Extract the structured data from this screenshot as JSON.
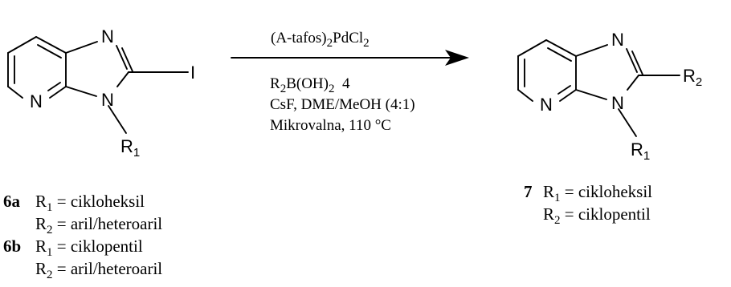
{
  "reactant": {
    "atoms": {
      "n_top": "N",
      "n_pyridine": "N",
      "n_ring": "N",
      "iodine": "I",
      "r1": "R",
      "r1_sub": "1"
    }
  },
  "product": {
    "atoms": {
      "n_top": "N",
      "n_pyridine": "N",
      "n_ring": "N",
      "r2": "R",
      "r2_sub": "2",
      "r1": "R",
      "r1_sub": "1"
    }
  },
  "conditions": {
    "catalyst": {
      "main": "(A-tafos)",
      "sub1": "2",
      "mid": "PdCl",
      "sub2": "2"
    },
    "reagent": {
      "main": "R",
      "sub1": "2",
      "mid": "B(OH)",
      "sub2": "2",
      "tail": "  4"
    },
    "base_solvent": "CsF, DME/MeOH (4:1)",
    "heating": "Mikrovalna, 110 °C"
  },
  "legend_left": {
    "entry_6a": {
      "label": "6a",
      "r1": "R",
      "r1_sub": "1",
      "r1_value": " = cikloheksil",
      "r2": "R",
      "r2_sub": "2",
      "r2_value": " = aril/heteroaril"
    },
    "entry_6b": {
      "label": "6b",
      "r1": "R",
      "r1_sub": "1",
      "r1_value": " = ciklopentil",
      "r2": "R",
      "r2_sub": "2",
      "r2_value": " = aril/heteroaril"
    }
  },
  "legend_right": {
    "entry_7": {
      "label": "7",
      "r1": "R",
      "r1_sub": "1",
      "r1_value": " = cikloheksil",
      "r2": "R",
      "r2_sub": "2",
      "r2_value": " = ciklopentil"
    }
  }
}
